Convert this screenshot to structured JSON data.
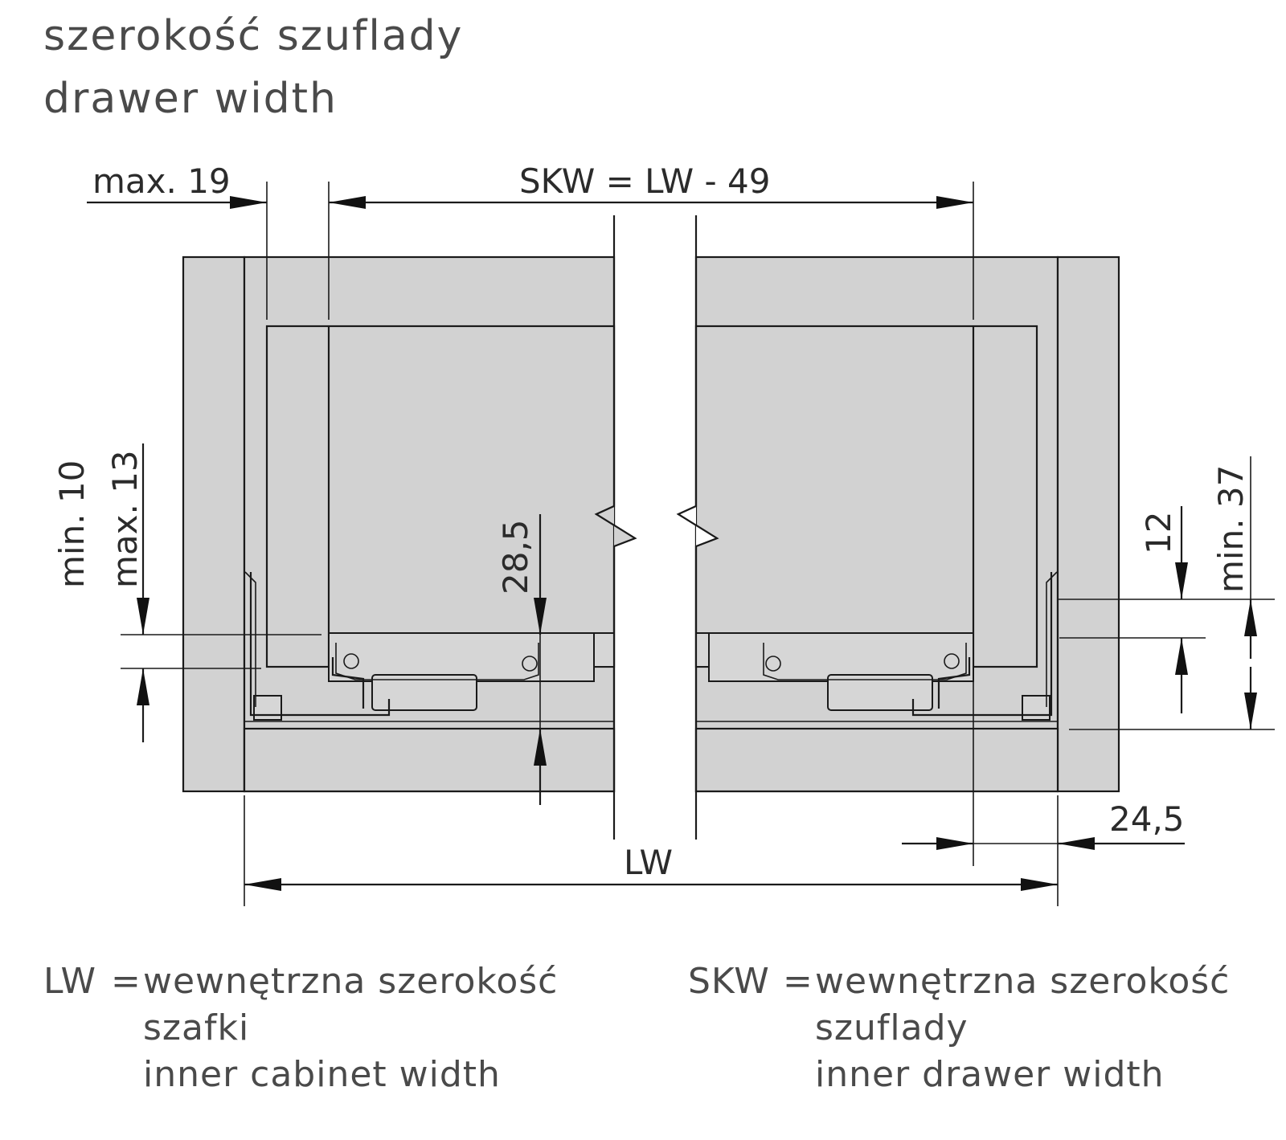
{
  "title": {
    "pl": "szerokość szuflady",
    "en": "drawer width"
  },
  "dimensions": {
    "max19": "max. 19",
    "skw_formula": "SKW = LW - 49",
    "min10": "min. 10",
    "max13": "max. 13",
    "d28_5": "28,5",
    "d12": "12",
    "min37": "min. 37",
    "d24_5": "24,5",
    "lw": "LW"
  },
  "legend": {
    "lw": {
      "abbr": "LW",
      "eq": "=",
      "line1": "wewnętrzna szerokość",
      "line2": "szafki",
      "line3": "inner cabinet width"
    },
    "skw": {
      "abbr": "SKW",
      "eq": "=",
      "line1": "wewnętrzna szerokość",
      "line2": "szuflady",
      "line3": "inner drawer width"
    }
  },
  "colors": {
    "panel": "#d2d2d2",
    "line": "#1a1a1a",
    "text": "#4a4a4a"
  }
}
